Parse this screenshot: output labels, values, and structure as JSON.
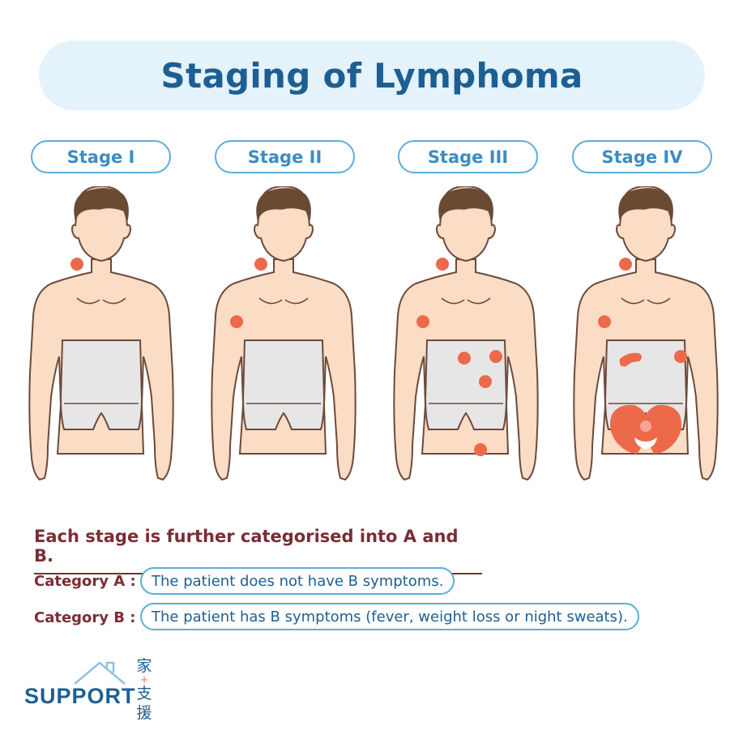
{
  "title": "Staging of Lymphoma",
  "stages": [
    {
      "label": "Stage I"
    },
    {
      "label": "Stage II"
    },
    {
      "label": "Stage III"
    },
    {
      "label": "Stage IV"
    }
  ],
  "heading": "Each stage is further categorised into A and B.",
  "categories": [
    {
      "label": "Category A :",
      "text": "The patient does not have B symptoms."
    },
    {
      "label": "Category B :",
      "text": "The patient has B symptoms  (fever, weight loss or night sweats)."
    }
  ],
  "logo": {
    "word": "SUPPORT",
    "cjk": [
      "家",
      "支",
      "援"
    ]
  },
  "colors": {
    "title_bg": "#e3f2fb",
    "title_text": "#1d5f93",
    "pill_border": "#5aaedc",
    "stage_text": "#3d8cc2",
    "heading_text": "#7b2d34",
    "skin": "#fbdcc4",
    "outline": "#6b4a3c",
    "hair": "#6b4a32",
    "shorts": "#e6e6e6",
    "lesion": "#ec6a4a"
  }
}
